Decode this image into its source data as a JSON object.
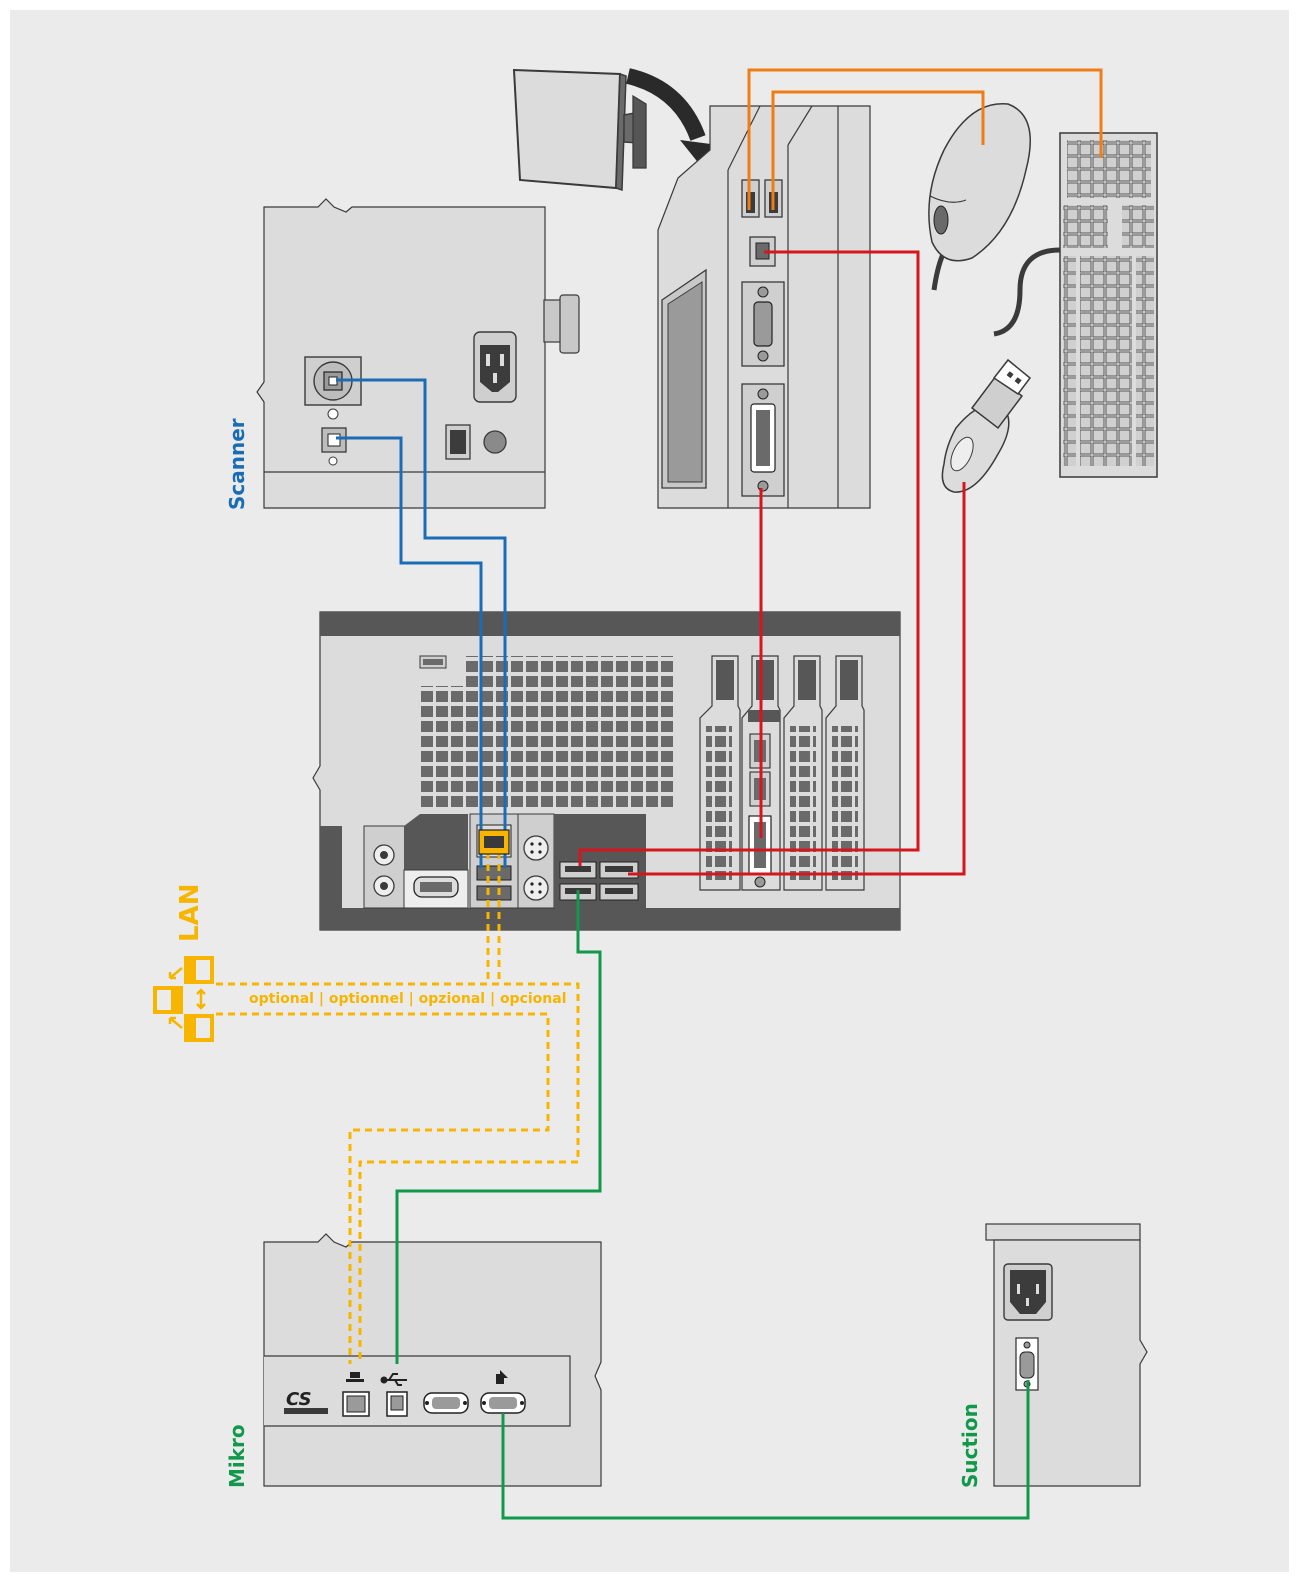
{
  "labels": {
    "scanner": "Scanner",
    "mikro": "Mikro",
    "suction": "Suction",
    "lan": "LAN",
    "optional": "optional | optionnel | opzional | opcional",
    "cs_logo": "CS"
  },
  "colors": {
    "background": "#ebebeb",
    "device_fill": "#dcdcdc",
    "pc_dark": "#575757",
    "usb_blue": "#1a6db5",
    "video_red": "#d4161d",
    "input_orange": "#ef7d16",
    "lan_yellow": "#f7b500",
    "serial_green": "#12984a",
    "outline": "#3a3a3a"
  },
  "icons": [
    "monitor-icon",
    "curved-arrow-icon",
    "mouse-icon",
    "keyboard-icon",
    "usb-dongle-icon",
    "network-port-icon",
    "usb-symbol-icon",
    "serial-symbol-icon",
    "power-socket-icon"
  ]
}
